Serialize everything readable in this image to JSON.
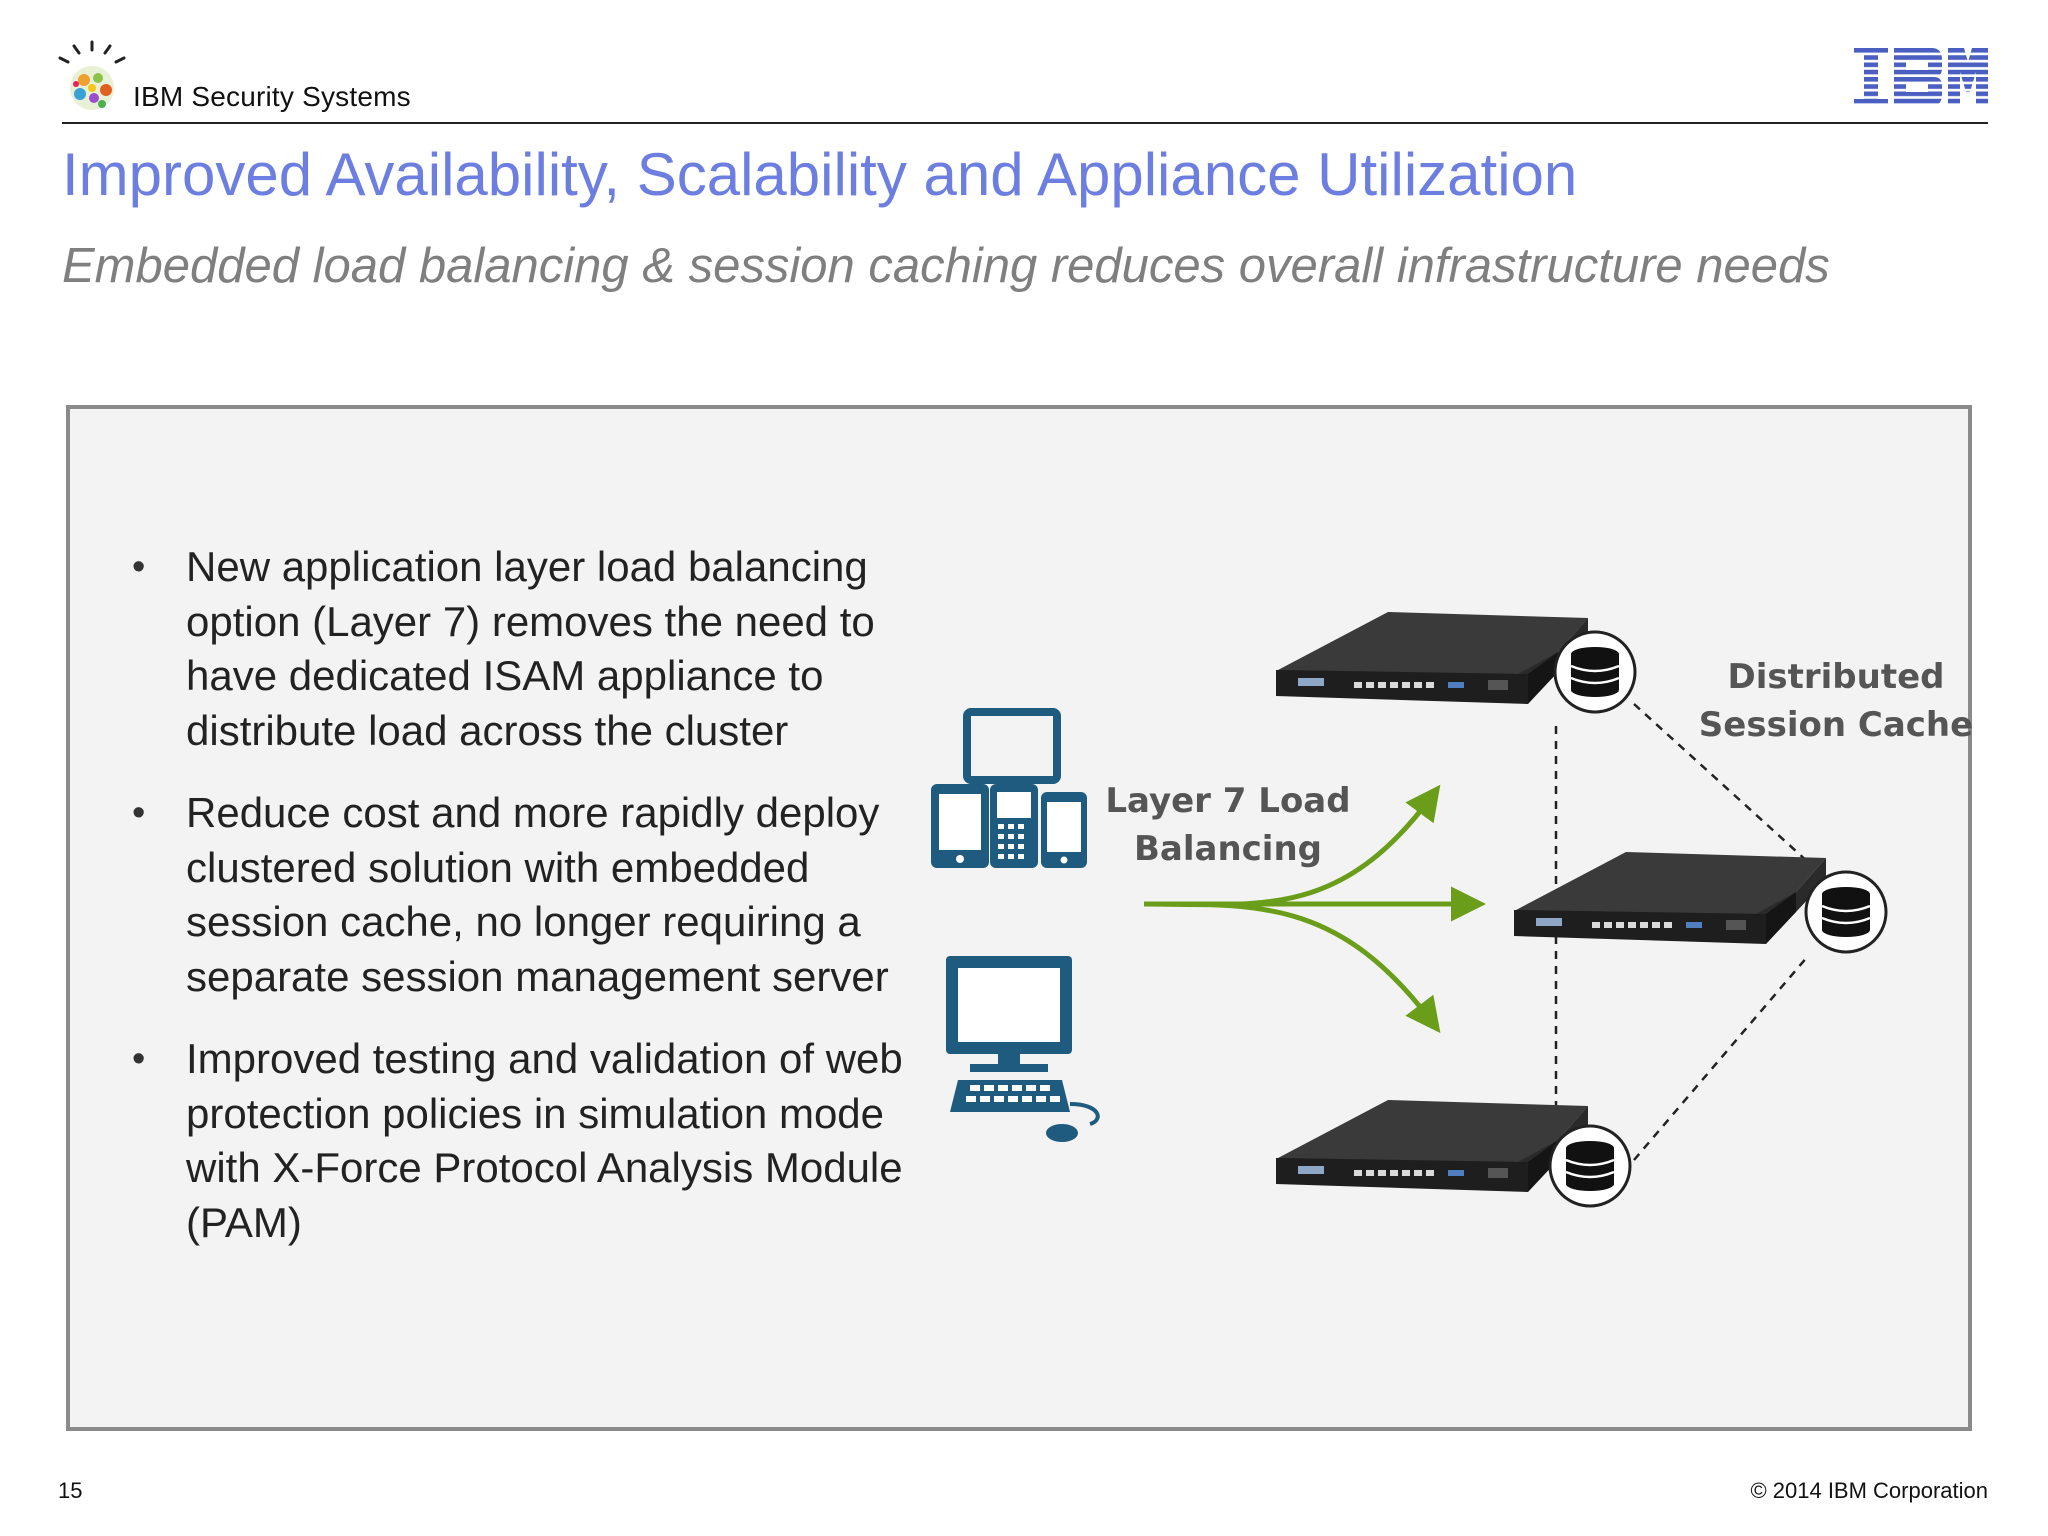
{
  "header": {
    "brand": "IBM Security Systems",
    "logo_icon": "ibm-security-smarter-planet-icon",
    "ibm_logo_icon": "ibm-striped-logo"
  },
  "slide": {
    "title": "Improved Availability, Scalability and Appliance Utilization",
    "subtitle": "Embedded load balancing & session caching reduces overall infrastructure needs"
  },
  "bullets": [
    {
      "text": "New application layer load balancing option (Layer 7) removes the need to have dedicated ISAM appliance to distribute load across the cluster"
    },
    {
      "text": "Reduce cost and more rapidly deploy clustered solution with embedded session cache, no longer requiring a separate session management server"
    },
    {
      "text": "Improved testing and validation of web protection policies in simulation mode with X-Force Protocol Analysis Module (PAM)"
    }
  ],
  "diagram": {
    "load_label_line1": "Layer 7 Load",
    "load_label_line2": "Balancing",
    "cache_label_line1": "Distributed",
    "cache_label_line2": "Session Cache",
    "client_icons": [
      "mobile-devices-icon",
      "desktop-computer-icon"
    ],
    "server_icon": "rack-server-appliance",
    "cache_icon": "database-icon",
    "arrow_color": "#6a9e1a",
    "icon_color": "#1f5b7f"
  },
  "footer": {
    "page_number": "15",
    "copyright": "© 2014 IBM Corporation"
  }
}
